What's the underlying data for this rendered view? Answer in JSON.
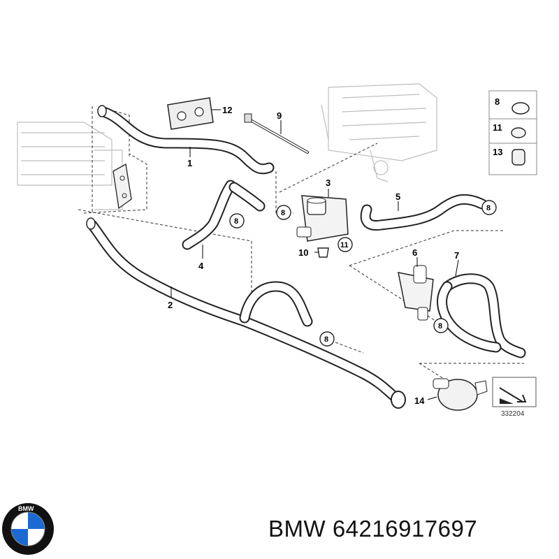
{
  "callouts": [
    "1",
    "2",
    "3",
    "4",
    "5",
    "6",
    "7",
    "9",
    "10",
    "12",
    "14"
  ],
  "clip_label": "8",
  "clip_label_11": "11",
  "legend": [
    "8",
    "11",
    "13"
  ],
  "drawing_number": "332204",
  "caption": {
    "brand": "BMW",
    "part_number": "64216917697"
  },
  "logo": {
    "text": "BMW",
    "colors": {
      "blue": "#1c69d4",
      "white": "#ffffff",
      "ring": "#111111"
    }
  }
}
